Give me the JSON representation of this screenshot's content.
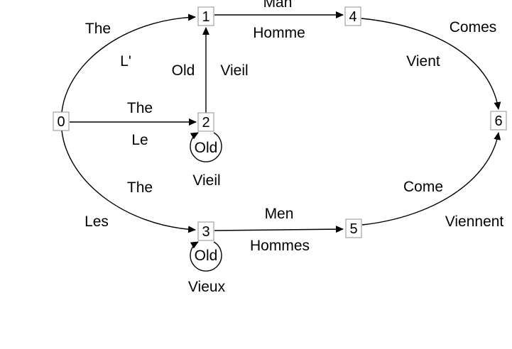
{
  "diagram": {
    "kind": "word-lattice-automaton",
    "colors": {
      "background": "#ffffff",
      "edge": "#000000",
      "node_border": "#8f8f8f",
      "text": "#000000"
    },
    "nodes": [
      {
        "id": "0",
        "label": "0"
      },
      {
        "id": "1",
        "label": "1"
      },
      {
        "id": "2",
        "label": "2"
      },
      {
        "id": "3",
        "label": "3"
      },
      {
        "id": "4",
        "label": "4"
      },
      {
        "id": "5",
        "label": "5"
      },
      {
        "id": "6",
        "label": "6"
      }
    ],
    "edges": [
      {
        "from": "0",
        "to": "1",
        "label_top": "The",
        "label_bottom": "L'"
      },
      {
        "from": "1",
        "to": "4",
        "label_top": "Man",
        "label_bottom": "Homme"
      },
      {
        "from": "4",
        "to": "6",
        "label_top": "Comes",
        "label_bottom": "Vient"
      },
      {
        "from": "0",
        "to": "2",
        "label_top": "The",
        "label_bottom": "Le"
      },
      {
        "from": "2",
        "to": "1",
        "label_top": "Old",
        "label_bottom": "Vieil"
      },
      {
        "from": "2",
        "to": "2",
        "label_top": "Old",
        "label_bottom": "Vieil"
      },
      {
        "from": "0",
        "to": "3",
        "label_top": "The",
        "label_bottom": "Les"
      },
      {
        "from": "3",
        "to": "5",
        "label_top": "Men",
        "label_bottom": "Hommes"
      },
      {
        "from": "3",
        "to": "3",
        "label_top": "Old",
        "label_bottom": "Vieux"
      },
      {
        "from": "5",
        "to": "6",
        "label_top": "Come",
        "label_bottom": "Viennent"
      }
    ]
  }
}
